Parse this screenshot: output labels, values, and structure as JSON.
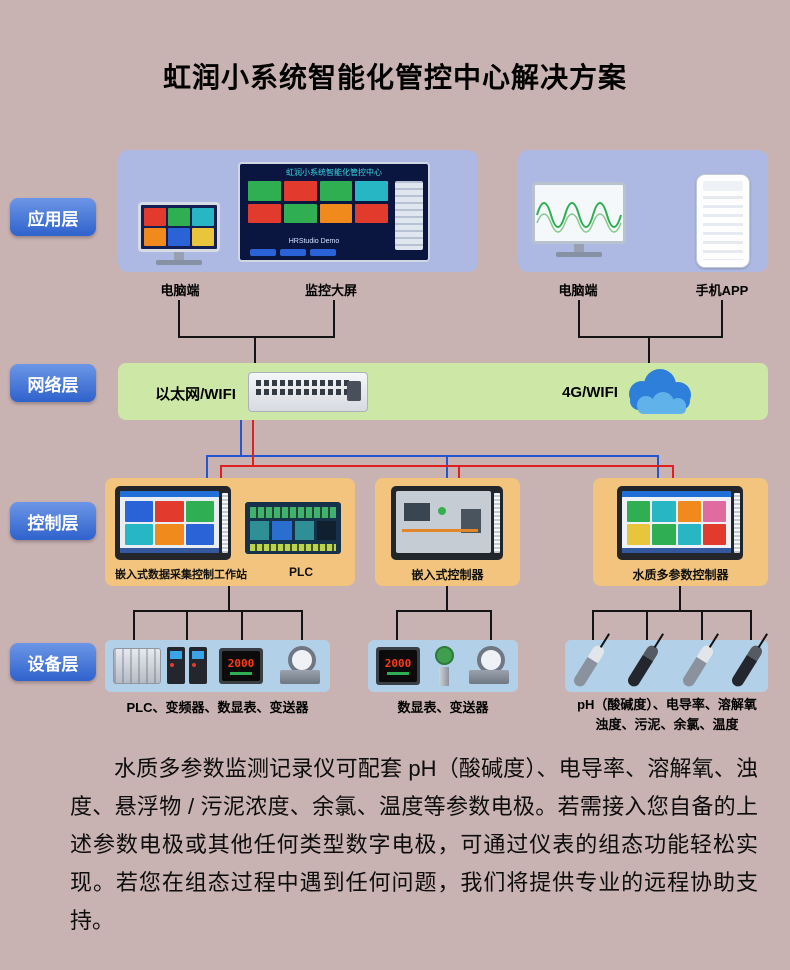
{
  "title": "虹润小系统智能化管控中心解决方案",
  "layer_labels": {
    "app": "应用层",
    "network": "网络层",
    "control": "控制层",
    "device": "设备层"
  },
  "app_layer": {
    "left": {
      "pc_label": "电脑端",
      "screen_label": "监控大屏",
      "big_screen_title": "虹润小系统智能化管控中心",
      "big_screen_subtitle": "HRStudio Demo"
    },
    "right": {
      "pc_label": "电脑端",
      "app_label": "手机APP"
    }
  },
  "network_layer": {
    "ethernet": "以太网/WIFI",
    "cellular": "4G/WIFI"
  },
  "control_layer": {
    "box1_label1": "嵌入式数据采集控制工作站",
    "box1_label2": "PLC",
    "box2_label": "嵌入式控制器",
    "box3_label": "水质多参数控制器"
  },
  "device_layer": {
    "box1_caption": "PLC、变频器、数显表、变送器",
    "box2_caption": "数显表、变送器",
    "box3_caption_line1": "pH（酸碱度）、电导率、溶解氧",
    "box3_caption_line2": "浊度、污泥、余氯、温度",
    "meter_reading": "2000"
  },
  "footer": {
    "paragraph": "水质多参数监测记录仪可配套 pH（酸碱度）、电导率、溶解氧、浊度、悬浮物 / 污泥浓度、余氯、温度等参数电极。若需接入您自备的上述参数电极或其他任何类型数字电极，可通过仪表的组态功能轻松实现。若您在组态过程中遇到任何问题，我们将提供专业的远程协助支持。"
  },
  "colors": {
    "background": "#c9b2b2",
    "layer_label_blue": "#3f6fd2",
    "app_box": "#adb9e2",
    "network_band": "#cde8a6",
    "control_box": "#f2c47d",
    "device_box": "#b2d1e8",
    "line_black": "#141414",
    "line_blue": "#2456d4",
    "line_red": "#e01f1f"
  }
}
